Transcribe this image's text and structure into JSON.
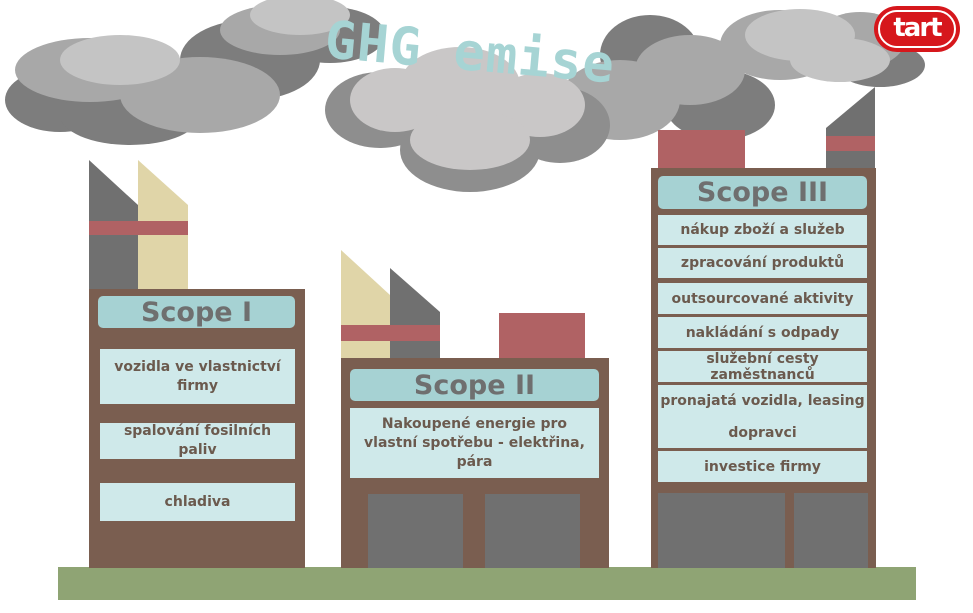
{
  "heading": "GHG emise",
  "logo": "tart",
  "colors": {
    "building": "#7a5e50",
    "ground": "#8fa474",
    "title_bg": "#a6d2d3",
    "item_bg": "#cfe9ea",
    "chimney_dark": "#707070",
    "chimney_light": "#e0d5a8",
    "chimney_band": "#b06264",
    "cloud": "#9a9a9a",
    "logo_red": "#d6171c"
  },
  "scope1": {
    "title": "Scope I",
    "items": [
      "vozidla ve vlastnictví firmy",
      "spalování fosilních paliv",
      "chladiva"
    ]
  },
  "scope2": {
    "title": "Scope II",
    "items": [
      "Nakoupené energie pro vlastní spotřebu - elektřina, pára"
    ]
  },
  "scope3": {
    "title": "Scope III",
    "items": [
      "nákup zboží a služeb",
      "zpracování produktů",
      "outsourcované aktivity",
      "nakládání s odpady",
      "služební cesty zaměstnanců",
      "pronajatá vozidla, leasing",
      "dopravci",
      "investice firmy"
    ]
  }
}
